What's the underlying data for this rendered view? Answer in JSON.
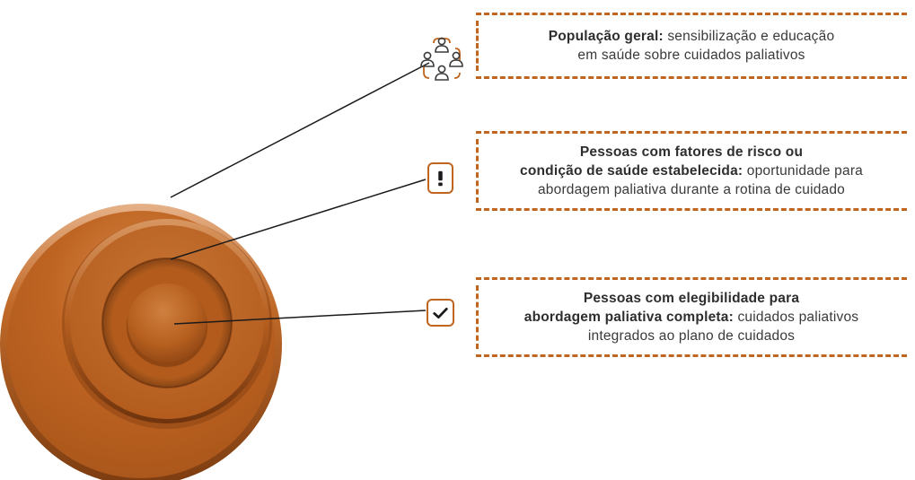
{
  "boxes": [
    {
      "id": "populacao",
      "line1_bold": "População geral:",
      "line1_rest": " sensibilização e educação",
      "line2": "em saúde sobre cuidados paliativos"
    },
    {
      "id": "risco",
      "line1_bold": "Pessoas com fatores de risco ou",
      "line2_bold": "condição de saúde estabelecida:",
      "line2_rest": " oportunidade para",
      "line3": "abordagem paliativa durante a rotina de cuidado"
    },
    {
      "id": "elegibilidade",
      "line1_bold": "Pessoas com elegibilidade para",
      "line2_bold": "abordagem paliativa completa:",
      "line2_rest": " cuidados paliativos",
      "line3": "integrados ao plano de cuidados"
    }
  ],
  "icons": {
    "populacao": "people-group-icon",
    "risco": "exclamation-icon",
    "elegibilidade": "checkmark-icon"
  },
  "colors": {
    "accent": "#c0651f",
    "disc": "#b8601f",
    "text": "#3a3a3a"
  }
}
